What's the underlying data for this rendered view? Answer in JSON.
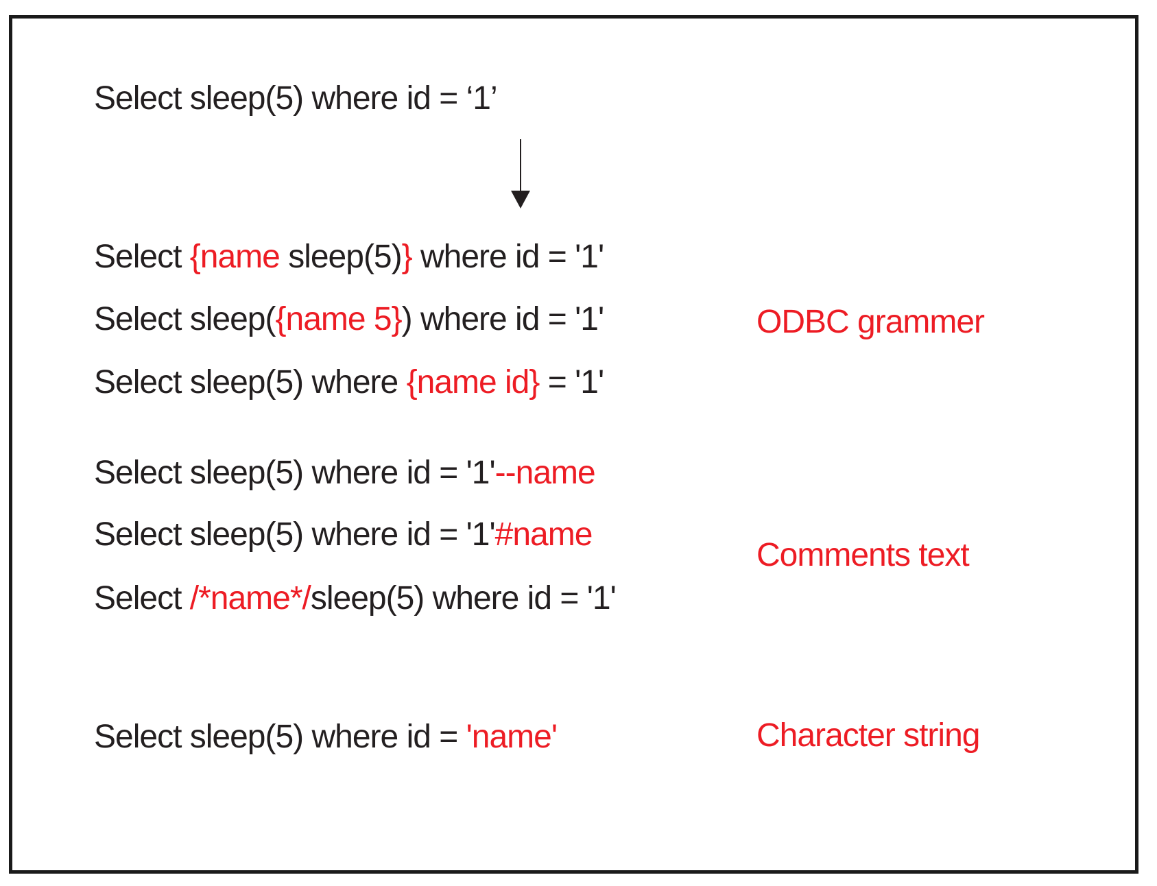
{
  "colors": {
    "background": "#ffffff",
    "border": "#1a1a1a",
    "text": "#231f20",
    "accent_red": "#ed1c24"
  },
  "diagram": {
    "original_query": {
      "segments": [
        {
          "text": "Select sleep(5) where id = ‘1’",
          "color": "black"
        }
      ]
    },
    "arrow_icon": "down-arrow",
    "groups": [
      {
        "label": "ODBC grammer",
        "lines": [
          {
            "segments": [
              {
                "text": "Select ",
                "color": "black"
              },
              {
                "text": "{name ",
                "color": "red"
              },
              {
                "text": "sleep(5)",
                "color": "black"
              },
              {
                "text": "}",
                "color": "red"
              },
              {
                "text": " where id = '1'",
                "color": "black"
              }
            ]
          },
          {
            "segments": [
              {
                "text": "Select sleep(",
                "color": "black"
              },
              {
                "text": "{name 5}",
                "color": "red"
              },
              {
                "text": ") where id = '1'",
                "color": "black"
              }
            ]
          },
          {
            "segments": [
              {
                "text": "Select sleep(5) where ",
                "color": "black"
              },
              {
                "text": "{name id}",
                "color": "red"
              },
              {
                "text": " = '1'",
                "color": "black"
              }
            ]
          }
        ]
      },
      {
        "label": "Comments text",
        "lines": [
          {
            "segments": [
              {
                "text": "Select sleep(5) where id = '1'",
                "color": "black"
              },
              {
                "text": "--name",
                "color": "red"
              }
            ]
          },
          {
            "segments": [
              {
                "text": "Select sleep(5) where id = '1'",
                "color": "black"
              },
              {
                "text": "#name",
                "color": "red"
              }
            ]
          },
          {
            "segments": [
              {
                "text": "Select ",
                "color": "black"
              },
              {
                "text": "/*name*/",
                "color": "red"
              },
              {
                "text": "sleep(5) where id = '1'",
                "color": "black"
              }
            ]
          }
        ]
      },
      {
        "label": "Character string",
        "lines": [
          {
            "segments": [
              {
                "text": "Select sleep(5) where id = ",
                "color": "black"
              },
              {
                "text": "'name'",
                "color": "red"
              }
            ]
          }
        ]
      }
    ]
  }
}
